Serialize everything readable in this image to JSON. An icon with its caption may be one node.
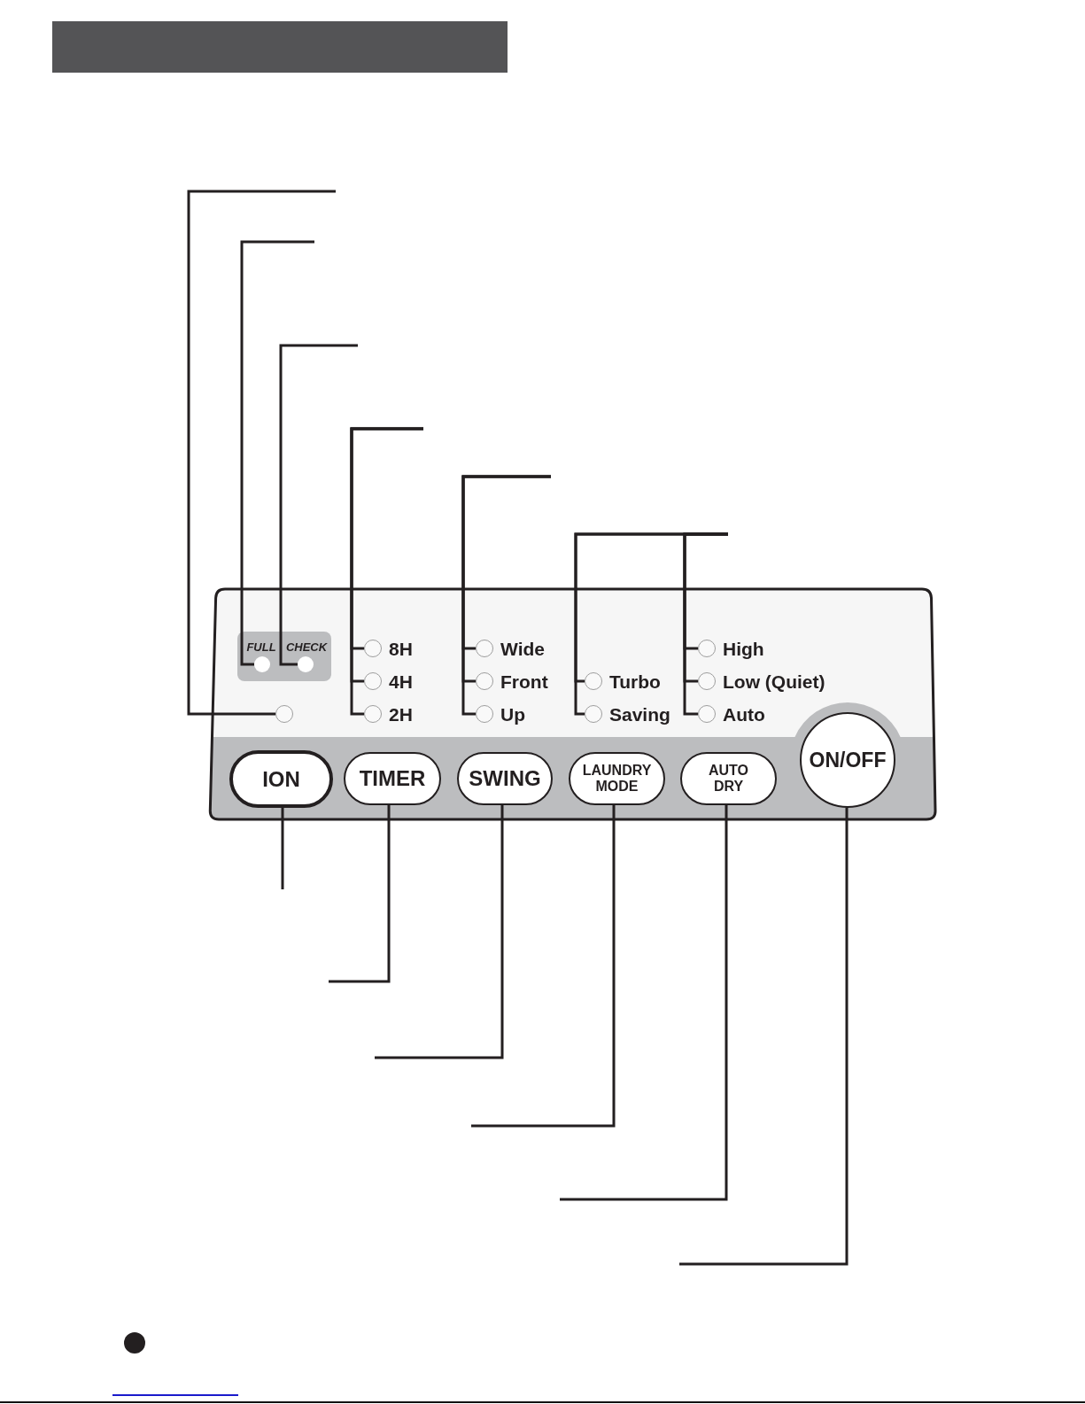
{
  "diagram": {
    "nodes": [
      {
        "text": [],
        "shape": "bar"
      },
      {
        "text": [],
        "shape": "box"
      },
      {
        "text": [],
        "shape": "box",
        "in": 1
      },
      {
        "text": [],
        "shape": "circle",
        "in": 2,
        "beside": [
          "FULL"
        ]
      },
      {
        "text": [],
        "shape": "circle",
        "in": 2,
        "beside": [
          "CHECK"
        ]
      },
      {
        "text": [],
        "shape": "circle",
        "in": 1
      },
      {
        "text": [],
        "shape": "circle",
        "in": 1,
        "beside": [
          "8H"
        ]
      },
      {
        "text": [],
        "shape": "circle",
        "in": 1,
        "beside": [
          "4H"
        ]
      },
      {
        "text": [],
        "shape": "circle",
        "in": 1,
        "beside": [
          "2H"
        ]
      },
      {
        "text": [],
        "shape": "circle",
        "in": 1,
        "beside": [
          "Wide"
        ]
      },
      {
        "text": [],
        "shape": "circle",
        "in": 1,
        "beside": [
          "Front"
        ]
      },
      {
        "text": [],
        "shape": "circle",
        "in": 1,
        "beside": [
          "Up"
        ]
      },
      {
        "text": [],
        "shape": "circle",
        "in": 1,
        "beside": [
          "Turbo"
        ]
      },
      {
        "text": [],
        "shape": "circle",
        "in": 1,
        "beside": [
          "Saving"
        ]
      },
      {
        "text": [],
        "shape": "circle",
        "in": 1,
        "beside": [
          "High"
        ]
      },
      {
        "text": [],
        "shape": "circle",
        "in": 1,
        "beside": [
          "Low (Quiet)"
        ]
      },
      {
        "text": [],
        "shape": "circle",
        "in": 1,
        "beside": [
          "Auto"
        ]
      },
      {
        "text": [
          "ION"
        ],
        "in": 1
      },
      {
        "text": [
          "TIMER"
        ],
        "in": 1
      },
      {
        "text": [
          "SWING"
        ],
        "in": 1
      },
      {
        "text": [
          "LAUNDRY MODE"
        ],
        "in": 1
      },
      {
        "text": [
          "AUTO DRY"
        ],
        "in": 1
      },
      {
        "text": [
          "ON/OFF"
        ],
        "in": 1
      }
    ],
    "edges": [
      {
        "from": null,
        "to": 5,
        "arrow": "none"
      },
      {
        "from": null,
        "to": 3,
        "arrow": "none"
      },
      {
        "from": null,
        "to": 4,
        "arrow": "none"
      },
      {
        "from": null,
        "to": 6,
        "arrow": "none"
      },
      {
        "from": null,
        "to": 7,
        "arrow": "none"
      },
      {
        "from": null,
        "to": 8,
        "arrow": "none"
      },
      {
        "from": null,
        "to": 9,
        "arrow": "none"
      },
      {
        "from": null,
        "to": 10,
        "arrow": "none"
      },
      {
        "from": null,
        "to": 11,
        "arrow": "none"
      },
      {
        "from": null,
        "to": 12,
        "arrow": "none"
      },
      {
        "from": null,
        "to": 13,
        "arrow": "none"
      },
      {
        "from": null,
        "to": 14,
        "arrow": "none"
      },
      {
        "from": null,
        "to": 15,
        "arrow": "none"
      },
      {
        "from": null,
        "to": 16,
        "arrow": "none"
      },
      {
        "from": null,
        "to": 17,
        "arrow": "none"
      },
      {
        "from": null,
        "to": 18,
        "arrow": "none"
      },
      {
        "from": null,
        "to": 19,
        "arrow": "none"
      },
      {
        "from": null,
        "to": 20,
        "arrow": "none"
      },
      {
        "from": null,
        "to": 21,
        "arrow": "none"
      },
      {
        "from": null,
        "to": 22,
        "arrow": "none"
      }
    ]
  }
}
